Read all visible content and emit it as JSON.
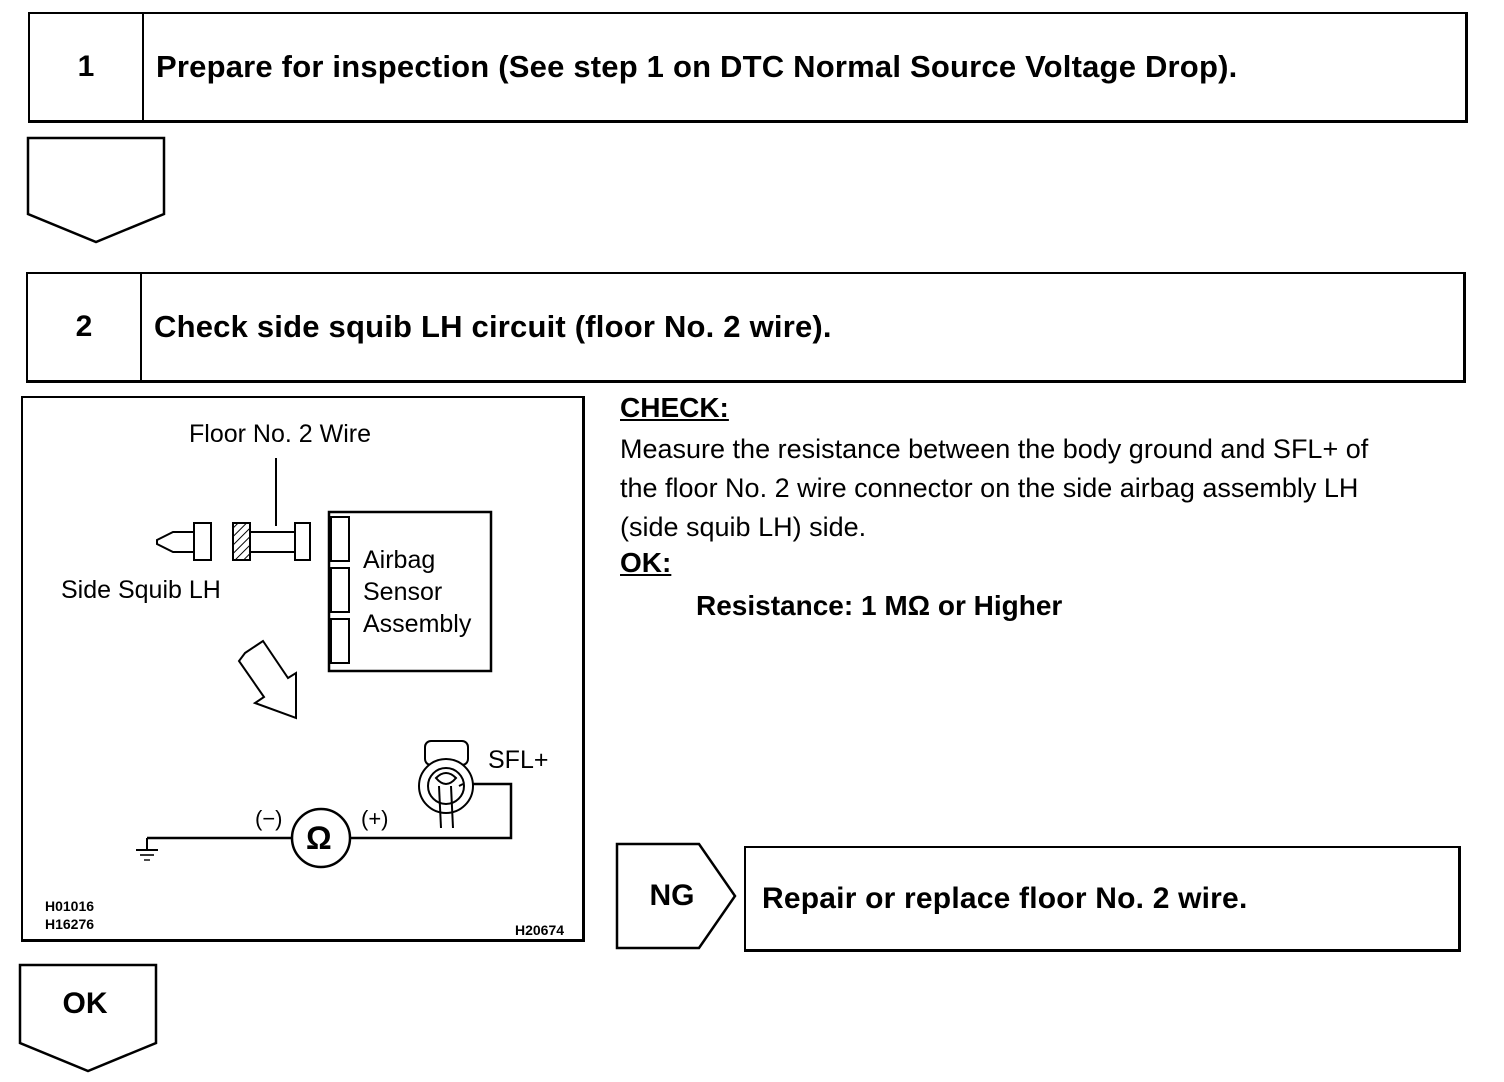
{
  "step1": {
    "number": "1",
    "text": "Prepare for inspection (See step 1 on DTC Normal Source Voltage Drop)."
  },
  "step2": {
    "number": "2",
    "text": "Check side squib LH circuit (floor No. 2 wire)."
  },
  "figure": {
    "labels": {
      "floor_wire": "Floor No. 2 Wire",
      "side_squib": "Side Squib LH",
      "airbag_line1": "Airbag",
      "airbag_line2": "Sensor",
      "airbag_line3": "Assembly",
      "sfl": "SFL+",
      "minus": "(−)",
      "plus": "(+)",
      "ohm": "Ω"
    },
    "codes": {
      "code1": "H01016",
      "code2": "H16276",
      "code3": "H20674"
    }
  },
  "check": {
    "heading": "CHECK:",
    "line1": "Measure the resistance between the body ground and SFL+ of",
    "line2": "the floor No. 2  wire connector on the side airbag assembly LH",
    "line3": "(side squib LH) side.",
    "ok_heading": "OK:",
    "spec": "Resistance: 1 MΩ or Higher"
  },
  "ng": {
    "label": "NG",
    "text": "Repair or replace floor No. 2 wire."
  },
  "ok": {
    "label": "OK"
  }
}
